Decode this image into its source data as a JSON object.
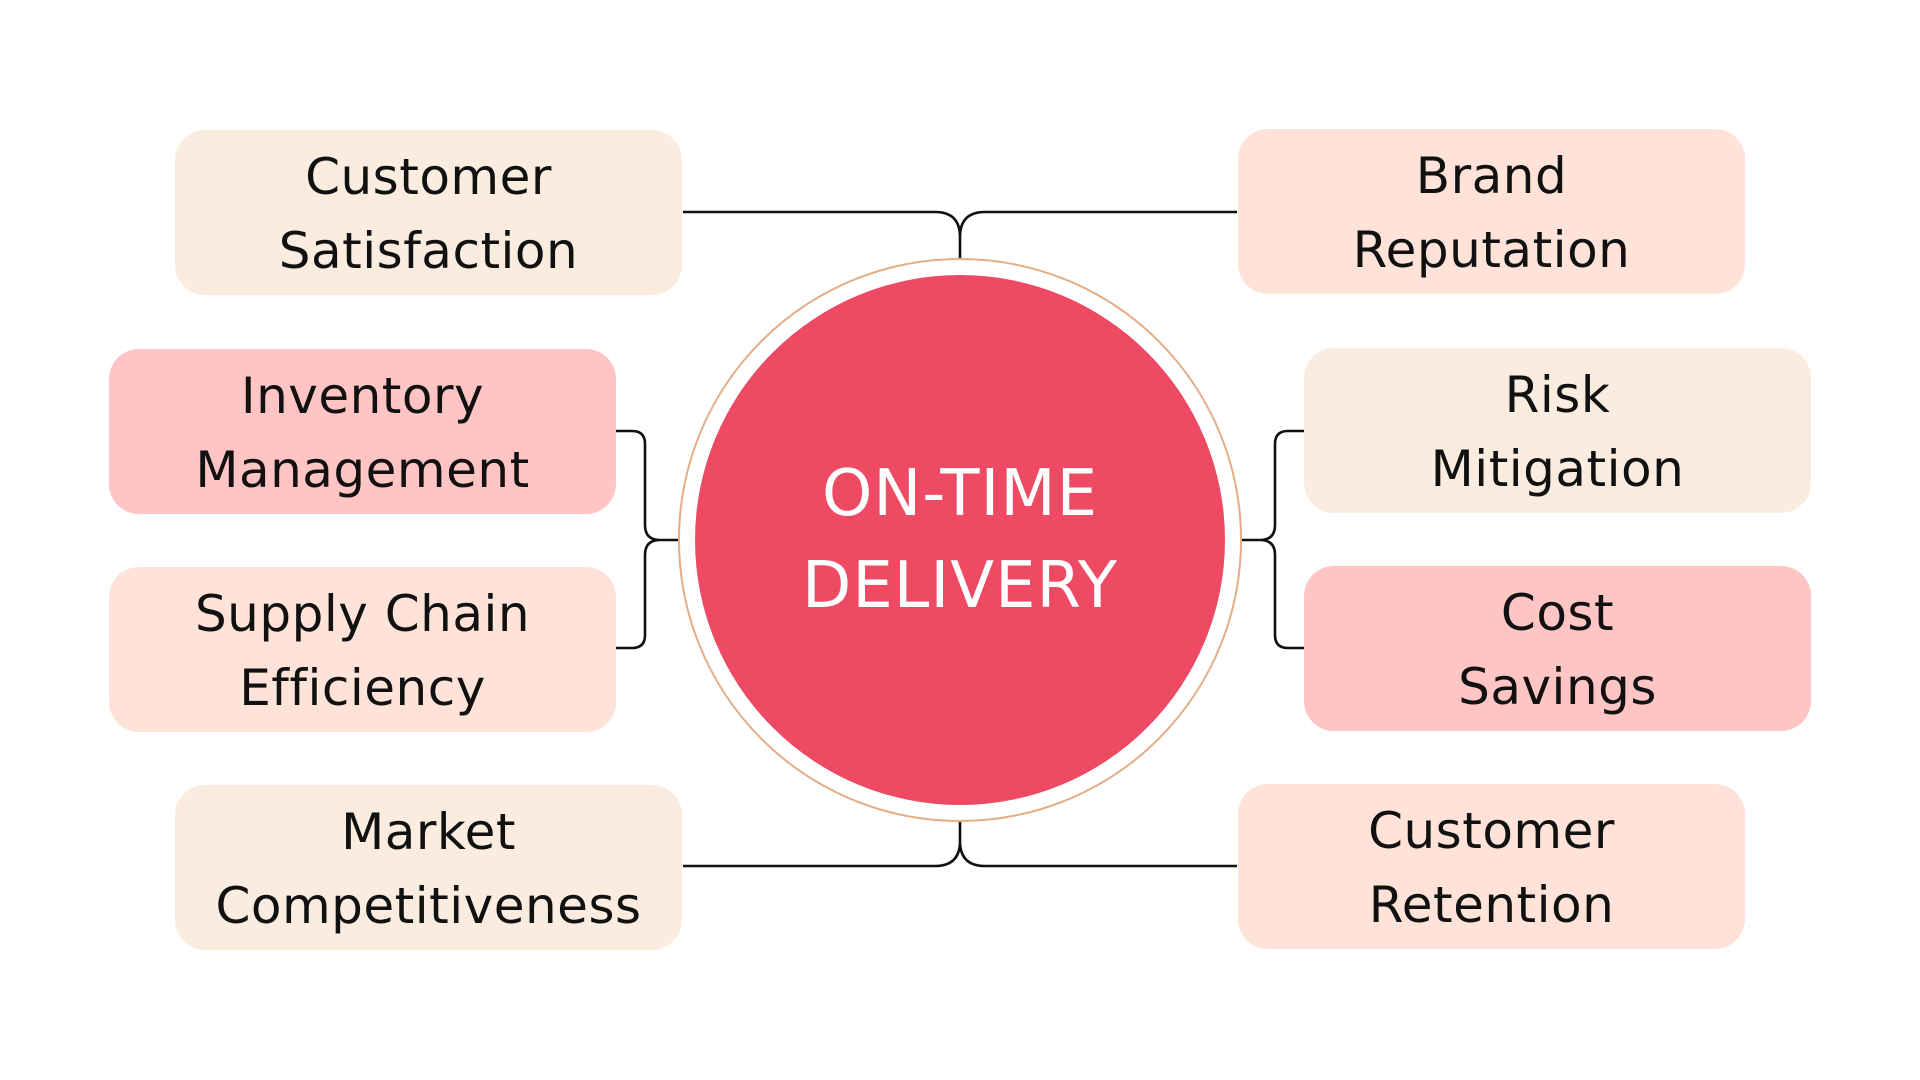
{
  "center": {
    "line1": "ON-TIME",
    "line2": "DELIVERY",
    "fill_color": "#EE4A63",
    "ring_color": "#E4AC87"
  },
  "nodes": [
    {
      "id": "customer-satisfaction",
      "lines": [
        "Customer",
        "Satisfaction"
      ],
      "side": "left",
      "color": "#FAEDDF"
    },
    {
      "id": "inventory-management",
      "lines": [
        "Inventory",
        "Management"
      ],
      "side": "left",
      "color": "#FFC4C4"
    },
    {
      "id": "supply-chain-efficiency",
      "lines": [
        "Supply Chain",
        "Efficiency"
      ],
      "side": "left",
      "color": "#FFE3D8"
    },
    {
      "id": "market-competitiveness",
      "lines": [
        "Market",
        "Competitiveness"
      ],
      "side": "left",
      "color": "#FAEDDF"
    },
    {
      "id": "brand-reputation",
      "lines": [
        "Brand",
        "Reputation"
      ],
      "side": "right",
      "color": "#FFE3D8"
    },
    {
      "id": "risk-mitigation",
      "lines": [
        "Risk",
        "Mitigation"
      ],
      "side": "right",
      "color": "#FAEDDF"
    },
    {
      "id": "cost-savings",
      "lines": [
        "Cost",
        "Savings"
      ],
      "side": "right",
      "color": "#FFC4C4"
    },
    {
      "id": "customer-retention",
      "lines": [
        "Customer",
        "Retention"
      ],
      "side": "right",
      "color": "#FFE3D8"
    }
  ],
  "connector_color": "#111111"
}
